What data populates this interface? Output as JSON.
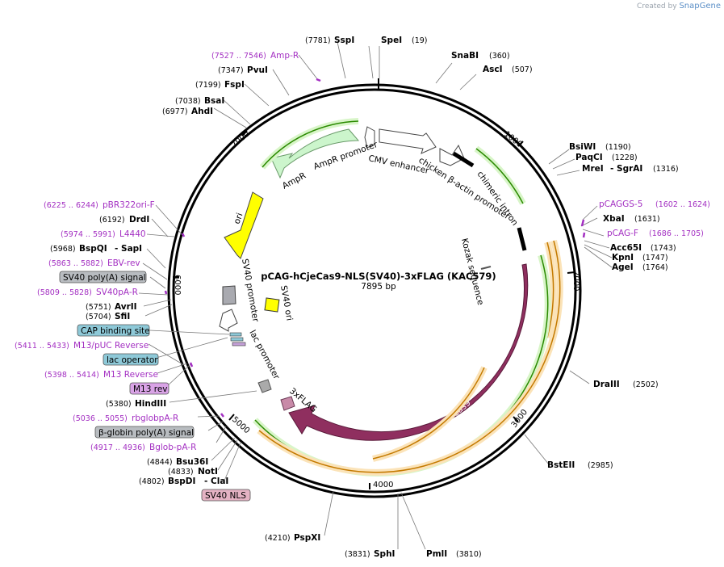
{
  "credit": {
    "prefix": "Created by",
    "brand": "SnapGene"
  },
  "plasmid": {
    "name": "pCAG-hCjeCas9-NLS(SV40)-3xFLAG (KAC579)",
    "size": "7895 bp"
  },
  "ticks": [
    "1000",
    "2000",
    "3000",
    "4000",
    "5000",
    "6000",
    "7000"
  ],
  "enzymes": [
    {
      "name": "SpeI",
      "pos": "(19)"
    },
    {
      "name": "SnaBI",
      "pos": "(360)"
    },
    {
      "name": "AscI",
      "pos": "(507)"
    },
    {
      "name": "BsiWI",
      "pos": "(1190)"
    },
    {
      "name": "PaqCI",
      "pos": "(1228)"
    },
    {
      "name": "MreI",
      "pos": "- SgrAI",
      "pos2": "(1316)"
    },
    {
      "name": "XbaI",
      "pos": "(1631)"
    },
    {
      "name": "Acc65I",
      "pos": "(1743)"
    },
    {
      "name": "KpnI",
      "pos": "(1747)"
    },
    {
      "name": "AgeI",
      "pos": "(1764)"
    },
    {
      "name": "DraIII",
      "pos": "(2502)"
    },
    {
      "name": "BstEII",
      "pos": "(2985)"
    },
    {
      "name": "PmlI",
      "pos": "(3810)"
    },
    {
      "name": "SphI",
      "pos": "(3831)"
    },
    {
      "name": "PspXI",
      "pos": "(4210)"
    },
    {
      "name": "BspDI",
      "pos": "(4802)",
      "extra": "- ClaI"
    },
    {
      "name": "NotI",
      "pos": "(4833)"
    },
    {
      "name": "Bsu36I",
      "pos": "(4844)"
    },
    {
      "name": "HindIII",
      "pos": "(5380)"
    },
    {
      "name": "SfiI",
      "pos": "(5704)"
    },
    {
      "name": "AvrII",
      "pos": "(5751)"
    },
    {
      "name": "BspQI",
      "pos": "(5968)",
      "extra": "- SapI"
    },
    {
      "name": "DrdI",
      "pos": "(6192)"
    },
    {
      "name": "AhdI",
      "pos": "(6977)"
    },
    {
      "name": "BsaI",
      "pos": "(7038)"
    },
    {
      "name": "FspI",
      "pos": "(7199)"
    },
    {
      "name": "PvuI",
      "pos": "(7347)"
    },
    {
      "name": "SspI",
      "pos": "(7781)"
    }
  ],
  "primers": [
    {
      "name": "Amp-R",
      "pos": "(7527 .. 7546)"
    },
    {
      "name": "pCAGGS-5",
      "pos": "(1602 .. 1624)"
    },
    {
      "name": "pCAG-F",
      "pos": "(1686 .. 1705)"
    },
    {
      "name": "pBR322ori-F",
      "pos": "(6225 .. 6244)"
    },
    {
      "name": "L4440",
      "pos": "(5974 .. 5991)"
    },
    {
      "name": "EBV-rev",
      "pos": "(5863 .. 5882)"
    },
    {
      "name": "SV40pA-R",
      "pos": "(5809 .. 5828)"
    },
    {
      "name": "M13/pUC Reverse",
      "pos": "(5411 .. 5433)"
    },
    {
      "name": "M13 Reverse",
      "pos": "(5398 .. 5414)"
    },
    {
      "name": "rbglobpA-R",
      "pos": "(5036 .. 5055)"
    },
    {
      "name": "Bglob-pA-R",
      "pos": "(4917 .. 4936)"
    }
  ],
  "boxes": [
    {
      "label": "SV40 poly(A) signal",
      "color": "#b8bcc0"
    },
    {
      "label": "CAP binding site",
      "color": "#8ec9d8"
    },
    {
      "label": "lac operator",
      "color": "#8ec9d8"
    },
    {
      "label": "M13 rev",
      "color": "#d9a3e6"
    },
    {
      "label": "β-globin poly(A) signal",
      "color": "#b8bcc0"
    },
    {
      "label": "SV40 NLS",
      "color": "#e4b2c3"
    }
  ],
  "features": {
    "amp_r": "AmpR",
    "amp_promoter": "AmpR promoter",
    "cmv_enhancer": "CMV enhancer",
    "chicken_promoter": "chicken β-actin promoter",
    "chimeric_intron": "chimeric intron",
    "kozak": "Kozak sequence",
    "cjcas9": "CjCas9",
    "flag": "3xFLAG",
    "lac_promoter": "lac promoter",
    "sv40_promoter": "SV40 promoter",
    "sv40_ori": "SV40 ori",
    "ori": "ori"
  },
  "colors": {
    "backbone": "#000000",
    "cas9": "#8f2f5f",
    "ampr": "#ccf5cc",
    "ori": "#ffff00",
    "primer_green": "#2a8a00",
    "primer_orange": "#c47a00",
    "primer_text": "#a32fc2"
  }
}
